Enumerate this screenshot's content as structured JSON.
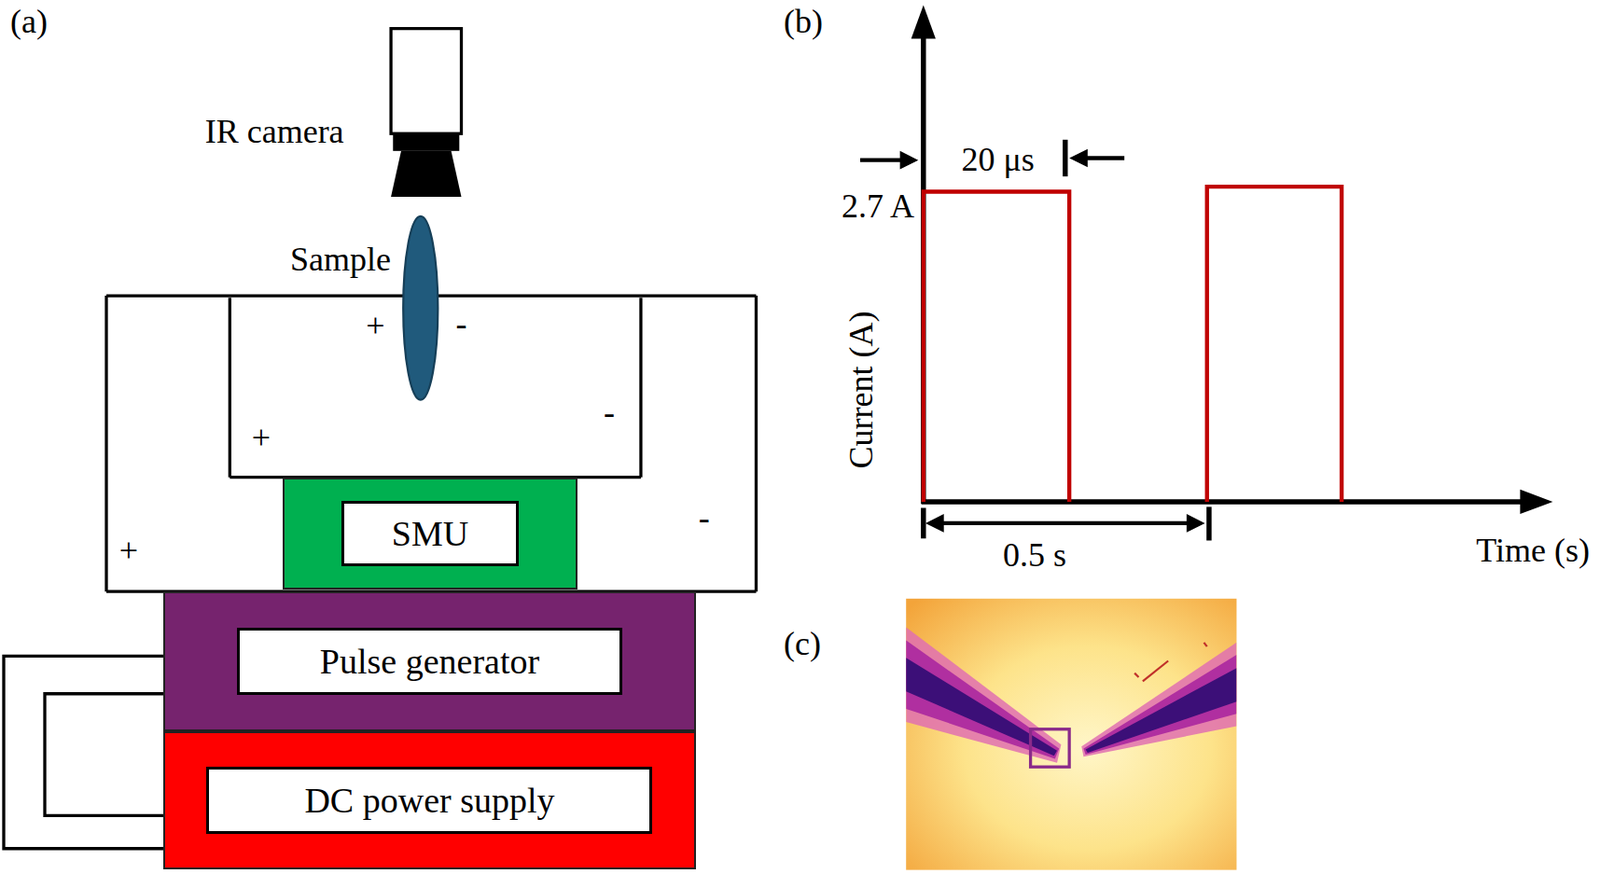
{
  "diagram": {
    "nodes": [
      {
        "text": [
          "SMU"
        ]
      },
      {
        "text": [
          "Pulse generator"
        ]
      },
      {
        "text": [
          "DC power supply"
        ]
      }
    ],
    "edges": [
      {
        "from": 1,
        "to": 2,
        "arrow": "none"
      },
      {
        "from": 1,
        "to": 2,
        "arrow": "none"
      }
    ],
    "labels": [
      "(a)",
      "IR camera",
      "Sample",
      "+",
      "-",
      "+",
      "-",
      "+",
      "-",
      "(b)",
      "20 μs",
      "2.7 A",
      "Current (A)",
      "0.5 s",
      "Time (s)",
      "(c)"
    ]
  }
}
